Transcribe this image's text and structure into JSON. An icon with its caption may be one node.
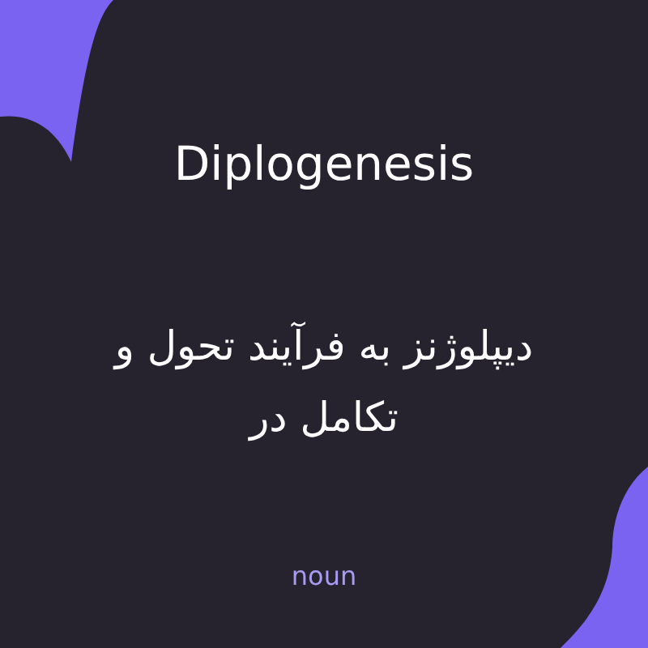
{
  "diagram": {
    "title": "Diplogenesis",
    "labels": [
      "دیپلوژنز به فرآیند تحول و تکامل در",
      "noun"
    ]
  }
}
